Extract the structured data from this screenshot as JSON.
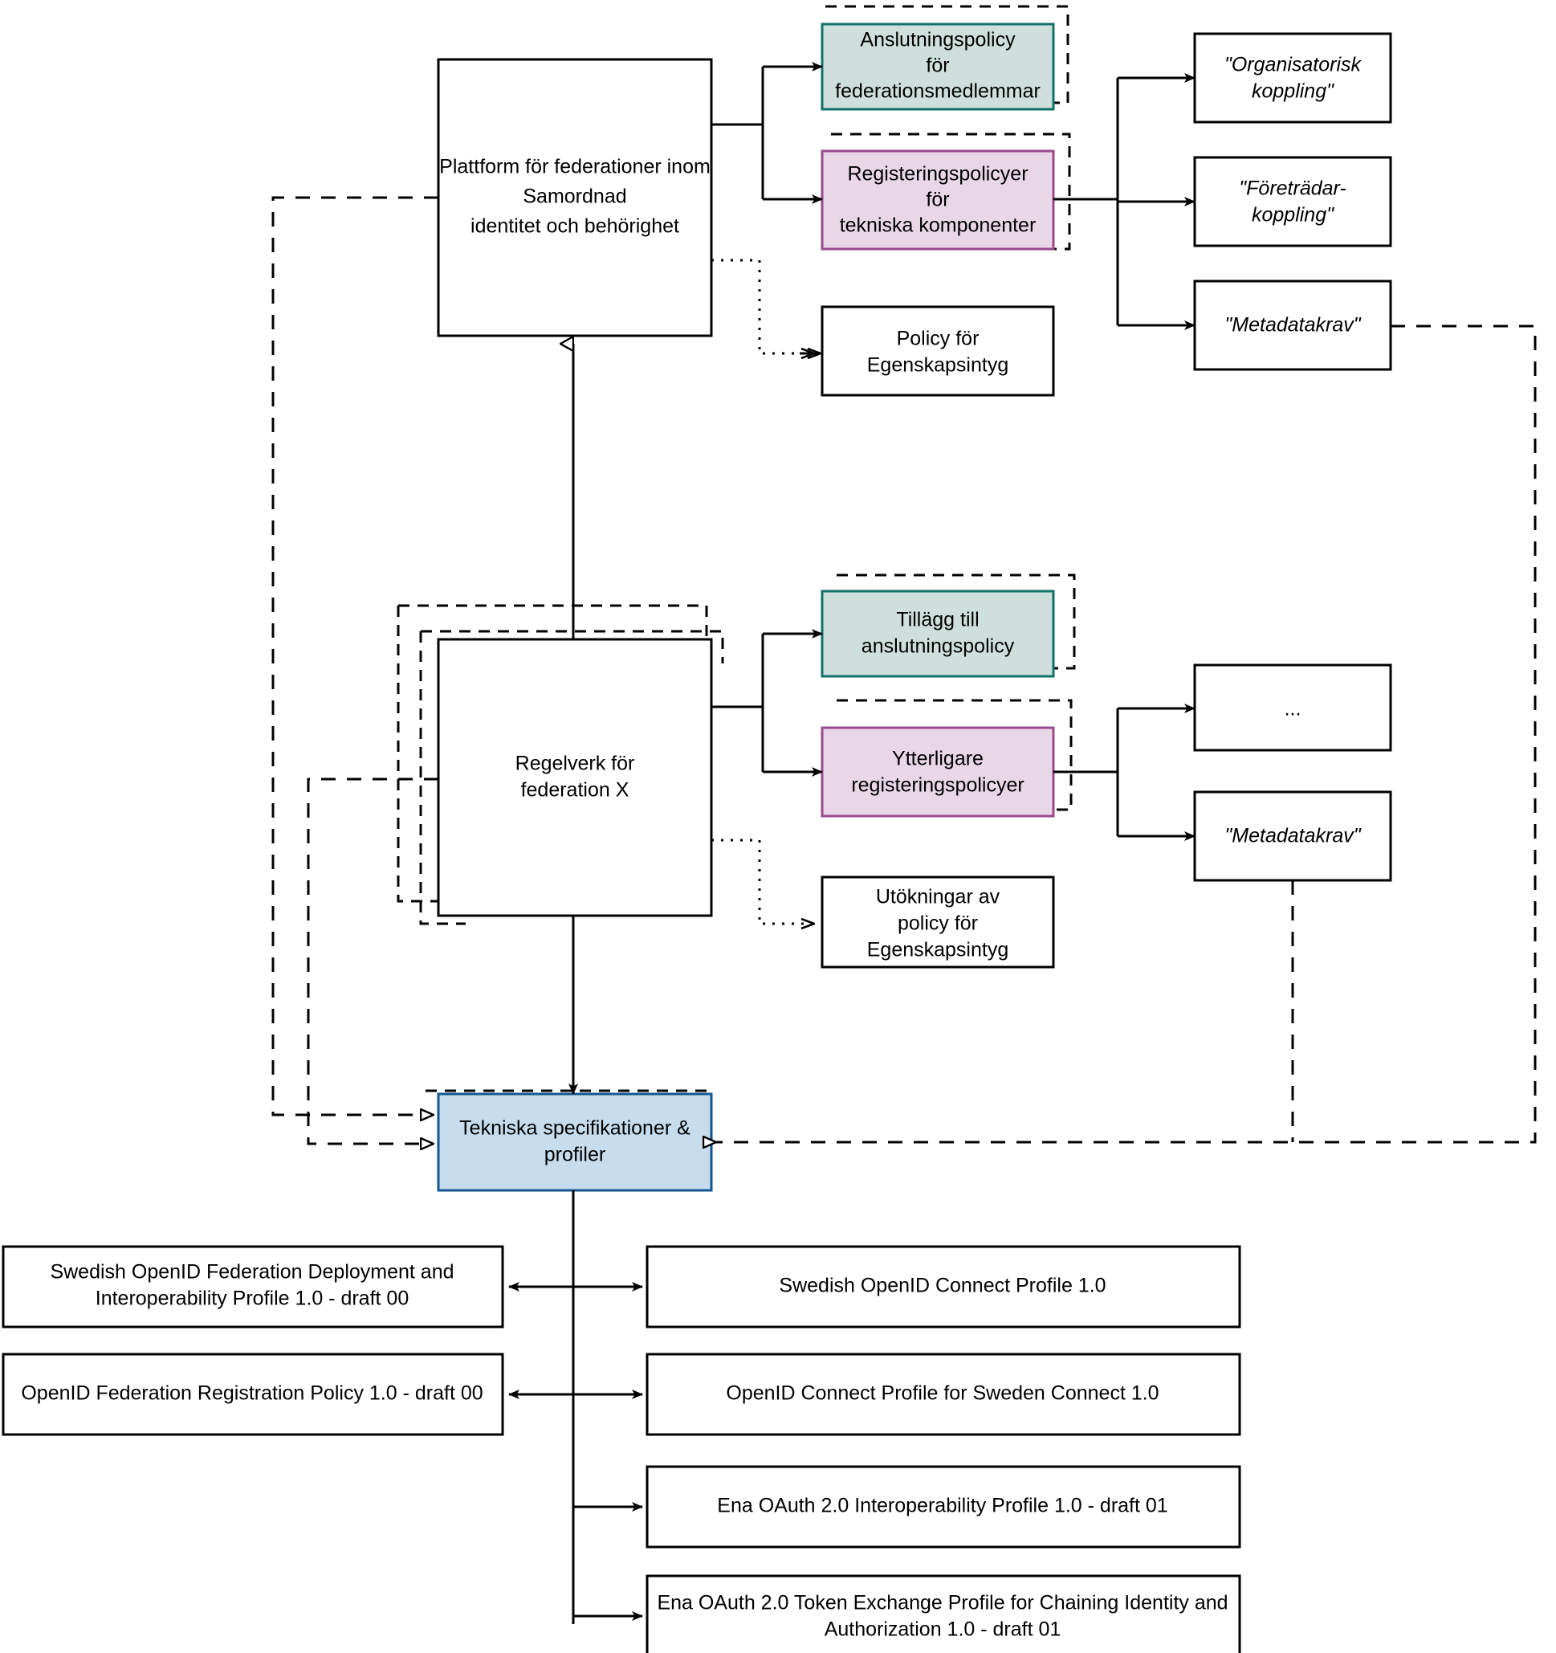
{
  "diagram": {
    "title": "Swedish Federation Policy and Specification Structure",
    "colors": {
      "green_fill": "#cfe0dc",
      "green_border": "#12726a",
      "pink_fill": "#e9d6e6",
      "pink_border": "#9a4a8e",
      "blue_fill": "#c7dcec",
      "blue_border": "#14568f",
      "plain_fill": "#ffffff",
      "stroke": "#000000"
    },
    "nodes": {
      "platform": {
        "lines": [
          "Plattform för federationer inom",
          "Samordnad",
          "identitet och behörighet"
        ]
      },
      "anslutningspolicy": {
        "lines": [
          "Anslutningspolicy",
          "för",
          "federationsmedlemmar"
        ]
      },
      "registeringspolicyer": {
        "lines": [
          "Registeringspolicyer",
          "för",
          "tekniska komponenter"
        ]
      },
      "policy_egenskapsintyg": {
        "lines": [
          "Policy för",
          "Egenskapsintyg"
        ]
      },
      "organisatorisk": {
        "lines": [
          "\"Organisatorisk",
          "koppling\""
        ]
      },
      "foretradar": {
        "lines": [
          "\"Företrädar-",
          "koppling\""
        ]
      },
      "metadatakrav_top": {
        "lines": [
          "\"Metadatakrav\""
        ]
      },
      "regelverk": {
        "lines": [
          "Regelverk för",
          "federation X"
        ]
      },
      "tillagg": {
        "lines": [
          "Tillägg till",
          "anslutningspolicy"
        ]
      },
      "ytterligare": {
        "lines": [
          "Ytterligare",
          "registeringspolicyer"
        ]
      },
      "utokningar": {
        "lines": [
          "Utökningar av",
          "policy för",
          "Egenskapsintyg"
        ]
      },
      "ellipsis": {
        "lines": [
          "..."
        ]
      },
      "metadatakrav_mid": {
        "lines": [
          "\"Metadatakrav\""
        ]
      },
      "tekniska": {
        "lines": [
          "Tekniska specifikationer &",
          "profiler"
        ]
      },
      "swedish_deployment": {
        "lines": [
          "Swedish OpenID Federation Deployment and",
          "Interoperability Profile 1.0 - draft 00"
        ]
      },
      "registration_policy": {
        "lines": [
          "OpenID Federation Registration Policy 1.0 - draft 00"
        ]
      },
      "swedish_oidc": {
        "lines": [
          "Swedish OpenID Connect Profile 1.0"
        ]
      },
      "oidc_sweden_connect": {
        "lines": [
          "OpenID Connect Profile for Sweden Connect 1.0"
        ]
      },
      "ena_interop": {
        "lines": [
          "Ena OAuth 2.0 Interoperability Profile 1.0 - draft 01"
        ]
      },
      "ena_token_exchange": {
        "lines": [
          "Ena OAuth 2.0 Token Exchange Profile for Chaining Identity and",
          "Authorization 1.0 - draft 01"
        ]
      }
    }
  }
}
